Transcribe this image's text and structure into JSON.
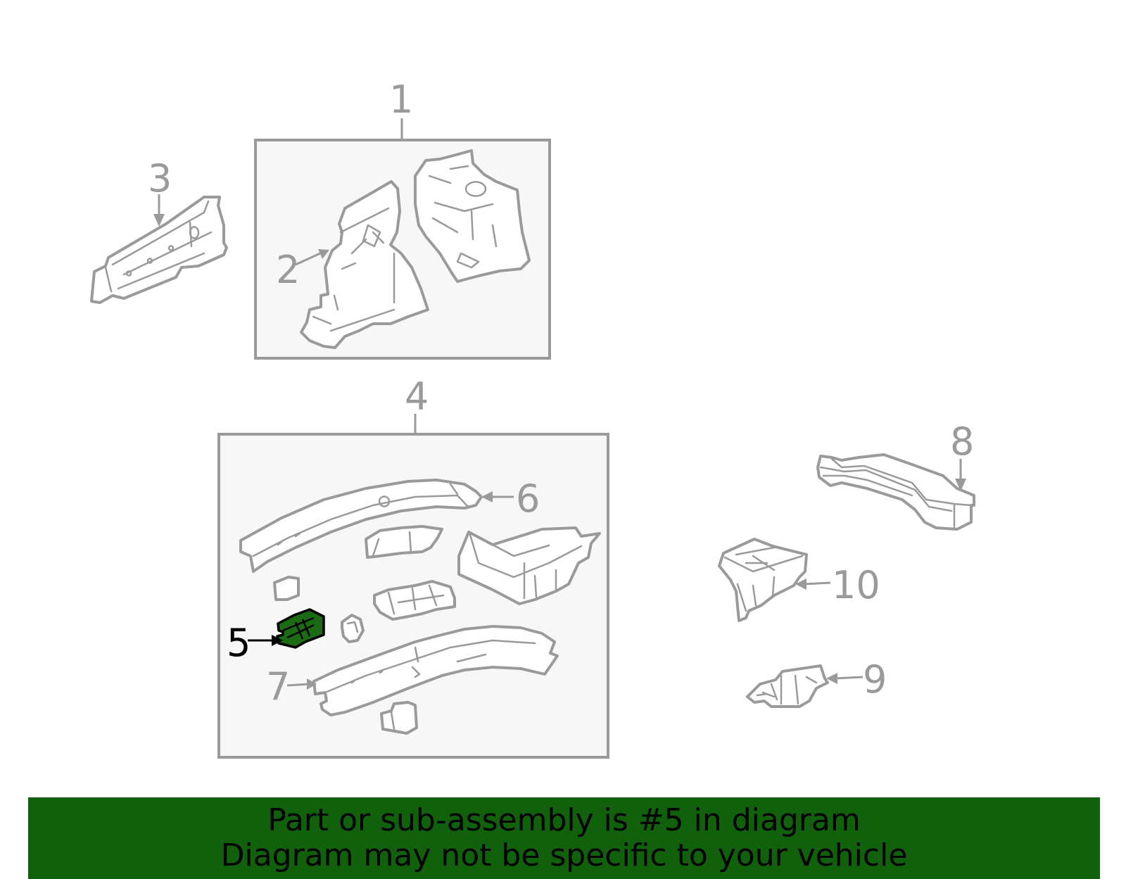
{
  "callouts": {
    "c1": "1",
    "c2": "2",
    "c3": "3",
    "c4": "4",
    "c5": "5",
    "c6": "6",
    "c7": "7",
    "c8": "8",
    "c9": "9",
    "c10": "10"
  },
  "highlight": {
    "part_number": "5",
    "color": "#1a6b14",
    "banner_color": "#11600b"
  },
  "banner": {
    "line1": "Part or sub-assembly is #5 in diagram",
    "line2": "Diagram may not be specific to your vehicle"
  }
}
